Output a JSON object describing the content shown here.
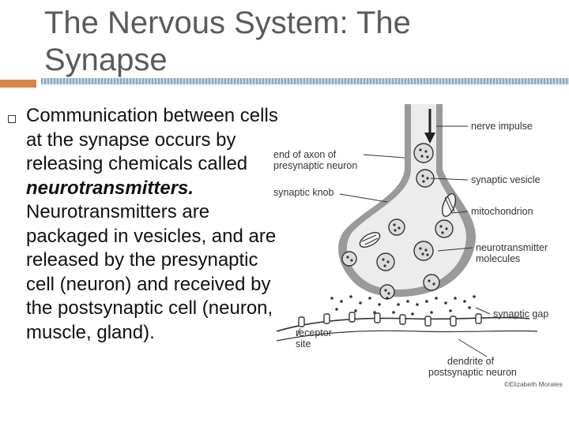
{
  "slide": {
    "title": "The Nervous System: The Synapse",
    "paragraph": {
      "intro": "Communication between cells at the synapse occurs by releasing chemicals called ",
      "term": "neurotransmitters.",
      "rest": " Neurotransmitters are packaged in vesicles, and are released by the presynaptic cell (neuron) and received by the postsynaptic cell (neuron, muscle, gland)."
    }
  },
  "figure": {
    "labels": {
      "nerve_impulse": "nerve impulse",
      "end_of_axon_1": "end of axon of",
      "end_of_axon_2": "presynaptic neuron",
      "synaptic_knob": "synaptic knob",
      "synaptic_vesicle": "synaptic vesicle",
      "mitochondrion": "mitochondrion",
      "neurotransmitter_1": "neurotransmitter",
      "neurotransmitter_2": "molecules",
      "synaptic_gap": "synaptic gap",
      "receptor_1": "receptor",
      "receptor_2": "site",
      "dendrite_1": "dendrite of",
      "dendrite_2": "postsynaptic neuron",
      "credit": "©Elizabeth Morales"
    }
  }
}
